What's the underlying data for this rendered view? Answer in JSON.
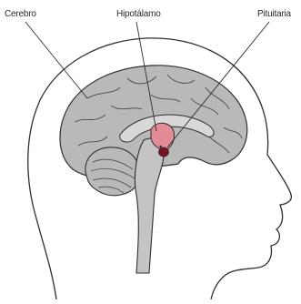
{
  "labels": {
    "cerebro": "Cerebro",
    "hipotalamo": "Hipotálamo",
    "pituitaria": "Pituitaria"
  },
  "colors": {
    "brain_fill": "#b9b9b9",
    "outline": "#2f2f2f",
    "highlight": "#e38b96",
    "pituitary": "#7a1322",
    "background": "#ffffff"
  }
}
